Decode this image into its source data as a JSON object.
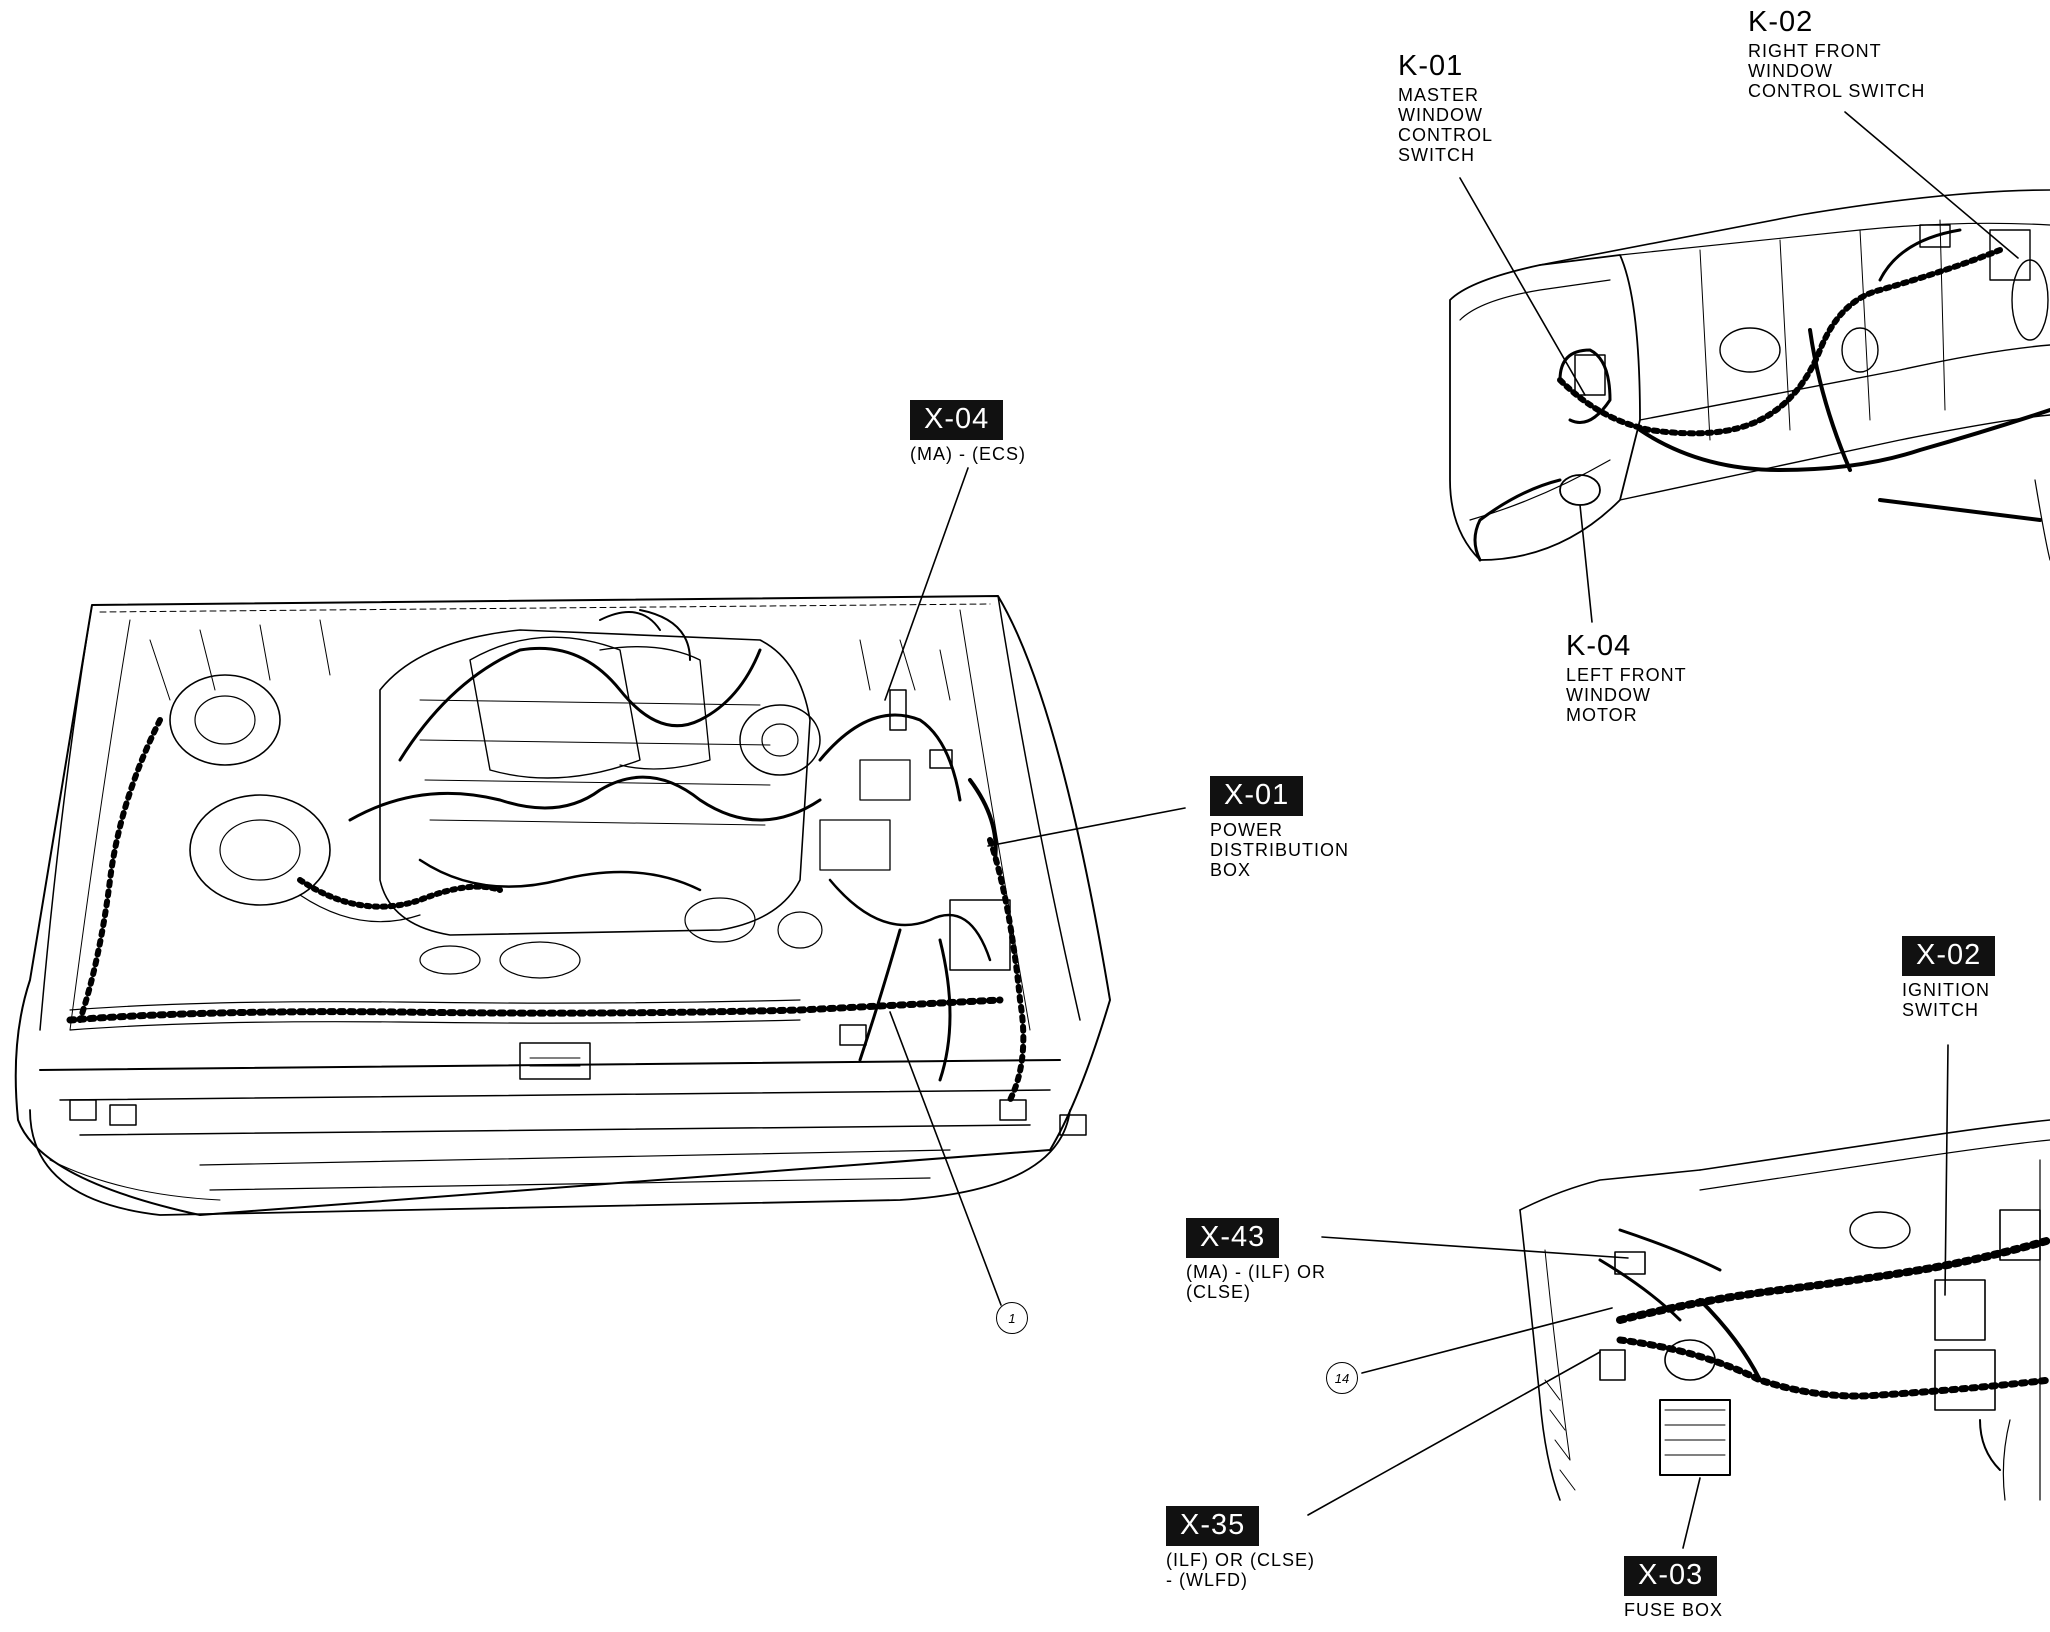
{
  "labels": {
    "k01": {
      "code": "K-01",
      "lines": [
        "MASTER",
        "WINDOW",
        "CONTROL",
        "SWITCH"
      ]
    },
    "k02": {
      "code": "K-02",
      "lines": [
        "RIGHT FRONT",
        "WINDOW",
        "CONTROL SWITCH"
      ]
    },
    "k04": {
      "code": "K-04",
      "lines": [
        "LEFT FRONT",
        "WINDOW",
        "MOTOR"
      ]
    },
    "x04": {
      "code": "X-04",
      "lines": [
        "(MA) - (ECS)"
      ]
    },
    "x01": {
      "code": "X-01",
      "lines": [
        "POWER",
        "DISTRIBUTION",
        "BOX"
      ]
    },
    "x02": {
      "code": "X-02",
      "lines": [
        "IGNITION",
        "SWITCH"
      ]
    },
    "x43": {
      "code": "X-43",
      "lines": [
        "(MA) - (ILF) OR",
        "(CLSE)"
      ]
    },
    "x35": {
      "code": "X-35",
      "lines": [
        "(ILF) OR (CLSE)",
        "- (WLFD)"
      ]
    },
    "x03": {
      "code": "X-03",
      "lines": [
        "FUSE BOX"
      ]
    }
  },
  "callouts": {
    "c1": "1",
    "c14": "14"
  },
  "colors": {
    "ink": "#000000",
    "label_box": "#111111",
    "label_text": "#ffffff",
    "background": "#ffffff"
  }
}
